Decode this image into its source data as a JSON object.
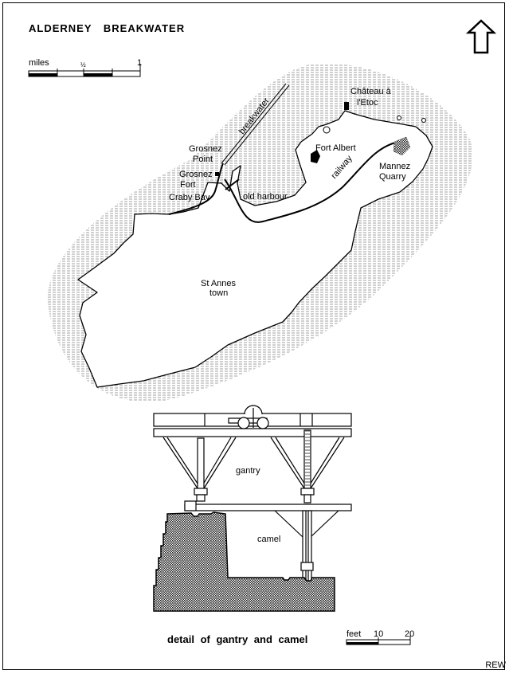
{
  "title": "ALDERNEY BREAKWATER",
  "north_arrow": "north-arrow-icon",
  "map_scale": {
    "unit": "miles",
    "mid": "½",
    "end": "1"
  },
  "labels": {
    "chateau_1": "Château à",
    "chateau_2": "l'Etoc",
    "breakwater": "breakwater",
    "grosnez_point_1": "Grosnez",
    "grosnez_point_2": "Point",
    "grosnez_fort_1": "Grosnez",
    "grosnez_fort_2": "Fort",
    "craby_bay": "Craby Bay",
    "fort_albert": "Fort Albert",
    "railway": "railway",
    "mannez_1": "Mannez",
    "mannez_2": "Quarry",
    "old_harbour": "old harbour",
    "st_annes_1": "St Annes",
    "st_annes_2": "town"
  },
  "diagram": {
    "gantry": "gantry",
    "camel": "camel",
    "caption": "detail of gantry and camel",
    "scale": {
      "unit": "feet",
      "mid": "10",
      "end": "20"
    }
  },
  "credit": "REW"
}
